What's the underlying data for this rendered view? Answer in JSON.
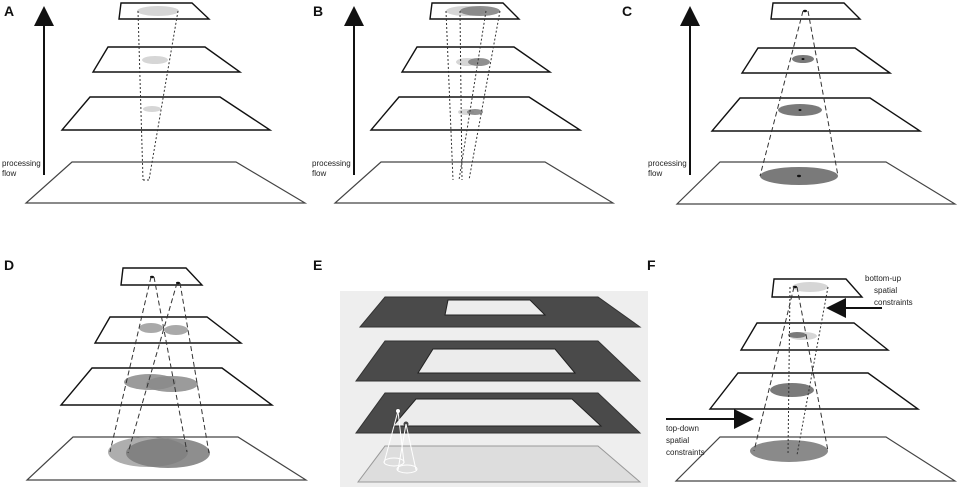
{
  "panels": [
    {
      "letter": "A",
      "label": "processing\nflow"
    },
    {
      "letter": "B",
      "label": "processing\nflow"
    },
    {
      "letter": "C",
      "label": "processing\nflow"
    },
    {
      "letter": "D"
    },
    {
      "letter": "E"
    },
    {
      "letter": "F"
    }
  ],
  "annotations": {
    "processing_line1": "processing",
    "processing_line2": "flow",
    "bottom_up_line1": "bottom-up",
    "bottom_up_line2": "spatial",
    "bottom_up_line3": "constraints",
    "top_down_line1": "top-down",
    "top_down_line2": "spatial",
    "top_down_line3": "constraints"
  },
  "colors": {
    "ellipse_light": "#d0d0d0",
    "ellipse_mid": "#9a9a9a",
    "ellipse_dark": "#7a7a7a",
    "frame_dark": "#4a4a4a",
    "frame_inner": "#ececec"
  }
}
